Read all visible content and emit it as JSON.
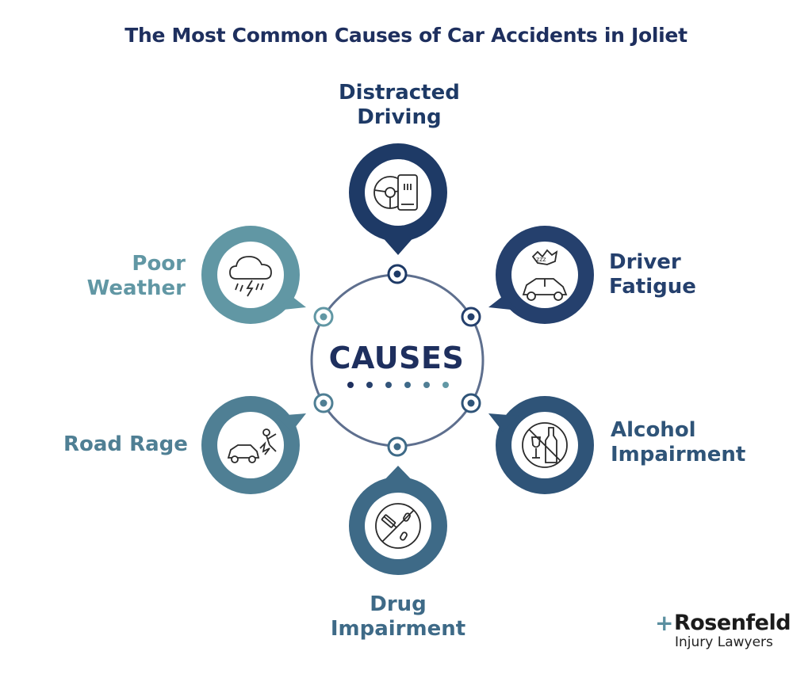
{
  "title": "The Most Common Causes of Car Accidents in Joliet",
  "center": {
    "label": "CAUSES"
  },
  "causes": [
    {
      "line1": "Distracted",
      "line2": "Driving",
      "icon": "phone-steering-wheel-icon",
      "color": "#1e3a66"
    },
    {
      "line1": "Driver",
      "line2": "Fatigue",
      "icon": "sleepy-car-icon",
      "color": "#25406d"
    },
    {
      "line1": "Alcohol",
      "line2": "Impairment",
      "icon": "no-alcohol-icon",
      "color": "#2f5478"
    },
    {
      "line1": "Drug",
      "line2": "Impairment",
      "icon": "no-drugs-icon",
      "color": "#3e6a87"
    },
    {
      "line1": "Road Rage",
      "line2": "",
      "icon": "car-crash-icon",
      "color": "#4f7f94"
    },
    {
      "line1": "Poor",
      "line2": "Weather",
      "icon": "storm-cloud-icon",
      "color": "#6197a4"
    }
  ],
  "logo": {
    "brand": "Rosenfeld",
    "tagline": "Injury Lawyers"
  }
}
